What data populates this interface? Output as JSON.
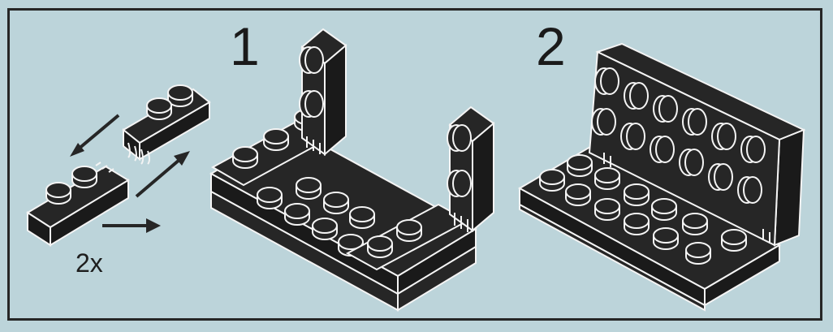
{
  "instructions": {
    "step_one": "1",
    "step_two": "2",
    "multiplier": "2x"
  },
  "colors": {
    "background": "#bcd4da",
    "brick": "#262626",
    "outline": "#f4f4f4"
  }
}
